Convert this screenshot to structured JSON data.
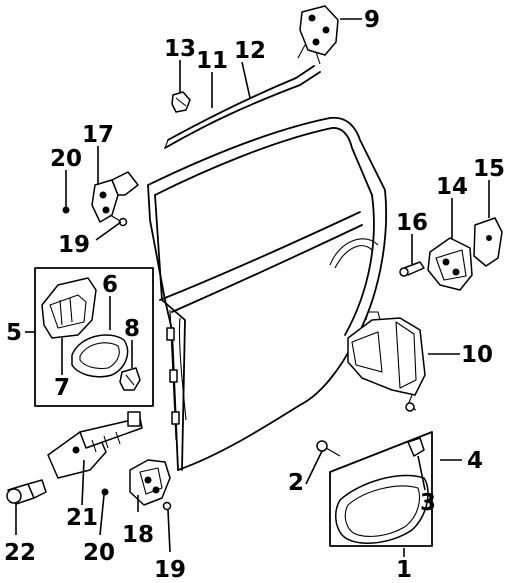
{
  "callouts": [
    {
      "id": "c1",
      "label": "1"
    },
    {
      "id": "c2",
      "label": "2"
    },
    {
      "id": "c3",
      "label": "3"
    },
    {
      "id": "c4",
      "label": "4"
    },
    {
      "id": "c5",
      "label": "5"
    },
    {
      "id": "c6",
      "label": "6"
    },
    {
      "id": "c7",
      "label": "7"
    },
    {
      "id": "c8",
      "label": "8"
    },
    {
      "id": "c9",
      "label": "9"
    },
    {
      "id": "c10",
      "label": "10"
    },
    {
      "id": "c11",
      "label": "11"
    },
    {
      "id": "c12",
      "label": "12"
    },
    {
      "id": "c13",
      "label": "13"
    },
    {
      "id": "c14",
      "label": "14"
    },
    {
      "id": "c15",
      "label": "15"
    },
    {
      "id": "c16",
      "label": "16"
    },
    {
      "id": "c17",
      "label": "17"
    },
    {
      "id": "c18",
      "label": "18"
    },
    {
      "id": "c19a",
      "label": "19"
    },
    {
      "id": "c19b",
      "label": "19"
    },
    {
      "id": "c20a",
      "label": "20"
    },
    {
      "id": "c20b",
      "label": "20"
    },
    {
      "id": "c21",
      "label": "21"
    },
    {
      "id": "c22",
      "label": "22"
    }
  ]
}
